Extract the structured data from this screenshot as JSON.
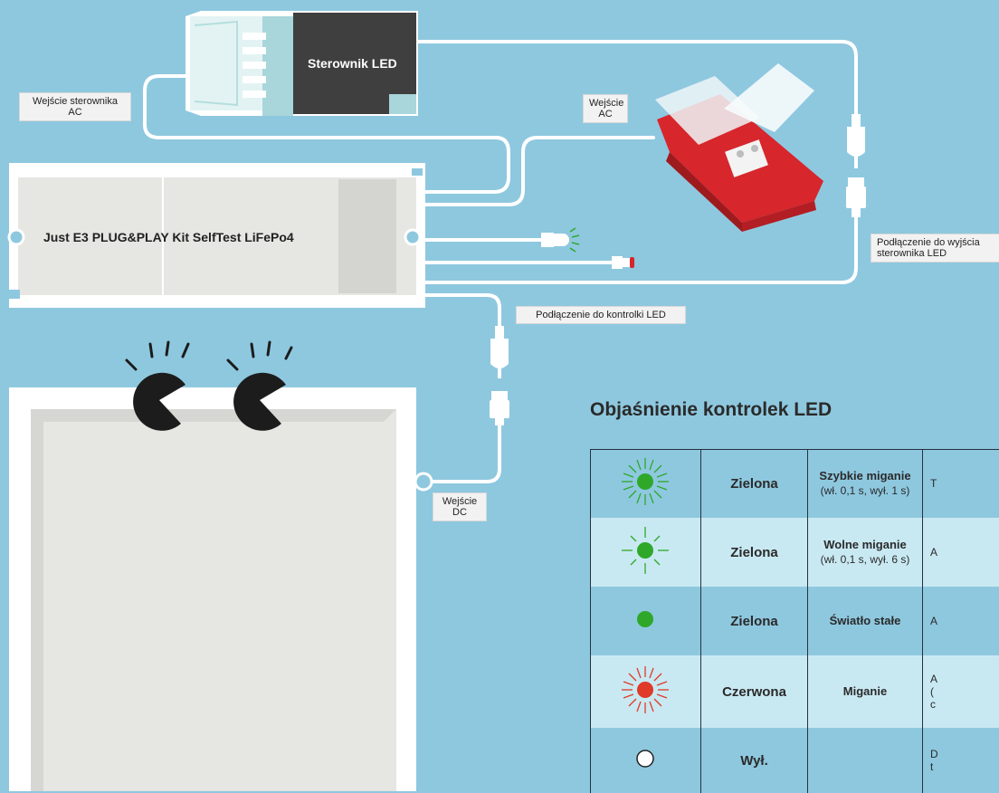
{
  "controller": {
    "label": "Sterownik LED"
  },
  "main_unit": {
    "label": "Just E3 PLUG&PLAY Kit SelfTest LiFePo4"
  },
  "tags": {
    "controller_ac_input": "Wejście sterownika AC",
    "ac_input": "Wejście AC",
    "controller_output_connection": "Podłączenie do wyjścia sterownika LED",
    "led_indicator_connection": "Podłączenie do kontrolki LED",
    "dc_input": "Wejście DC"
  },
  "legend": {
    "title": "Objaśnienie kontrolek LED",
    "rows": [
      {
        "icon": "green-fast-blink-icon",
        "color": "Zielona",
        "mode": "Szybkie miganie",
        "mode_detail": "(wł. 0,1 s, wył. 1 s)",
        "desc": "T"
      },
      {
        "icon": "green-slow-blink-icon",
        "color": "Zielona",
        "mode": "Wolne miganie",
        "mode_detail": "(wł. 0,1 s, wył. 6 s)",
        "desc": "A"
      },
      {
        "icon": "green-steady-icon",
        "color": "Zielona",
        "mode": "Światło stałe",
        "mode_detail": "",
        "desc": "A"
      },
      {
        "icon": "red-blink-icon",
        "color": "Czerwona",
        "mode": "Miganie",
        "mode_detail": "",
        "desc": "A\n(\nc"
      },
      {
        "icon": "off-icon",
        "color": "Wył.",
        "mode": "",
        "mode_detail": "",
        "desc": "D\nt"
      }
    ]
  },
  "colors": {
    "background": "#8ec8df",
    "table_light_row": "#c9e9f2",
    "led_green": "#2fa82a",
    "led_red": "#e03a28",
    "connector_red": "#d7262c"
  }
}
